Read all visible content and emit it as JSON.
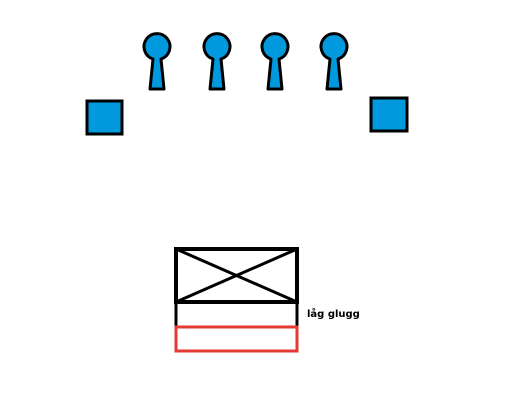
{
  "diagram": {
    "label_text": "låg glugg",
    "colors": {
      "accent_fill": "#0099dd",
      "outline": "#000000",
      "highlight": "#e53935",
      "background": "#ffffff"
    },
    "symbols": [
      {
        "type": "square",
        "icon": "blue-square-left-icon"
      },
      {
        "type": "keyhole",
        "icon": "keyhole-icon-1"
      },
      {
        "type": "keyhole",
        "icon": "keyhole-icon-2"
      },
      {
        "type": "keyhole",
        "icon": "keyhole-icon-3"
      },
      {
        "type": "keyhole",
        "icon": "keyhole-icon-4"
      },
      {
        "type": "square",
        "icon": "blue-square-right-icon"
      }
    ]
  }
}
